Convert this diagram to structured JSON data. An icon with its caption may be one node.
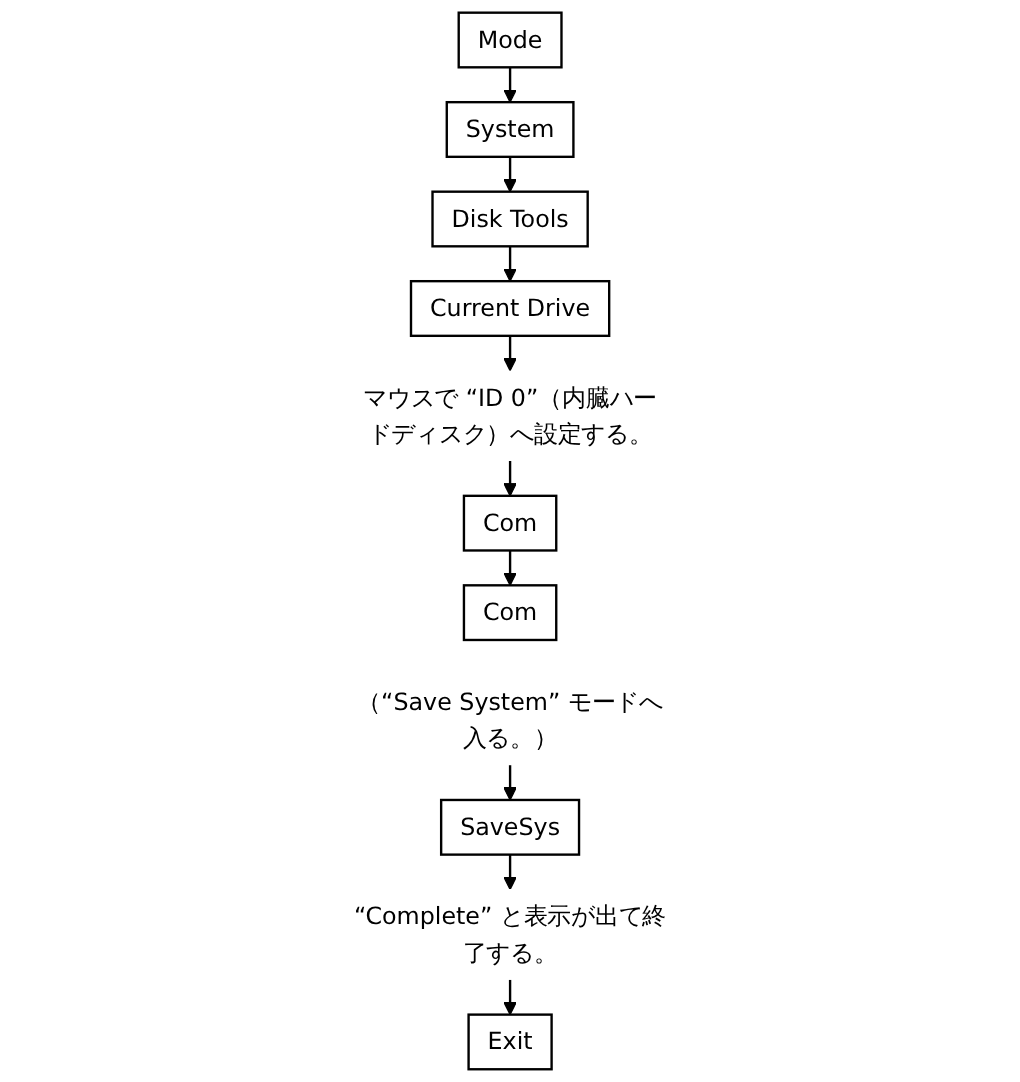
{
  "diagram": {
    "nodes": [
      {
        "text": [
          "Mode"
        ]
      },
      {
        "text": [
          "System"
        ]
      },
      {
        "text": [
          "Disk Tools"
        ]
      },
      {
        "text": [
          "Current Drive"
        ]
      },
      {
        "text": [
          "マウスで “ID 0”（内臓ハードディスク）へ設定する。"
        ]
      },
      {
        "text": [
          "Com"
        ]
      },
      {
        "text": [
          "Com"
        ]
      },
      {
        "text": [
          "（“Save System” モードへ入る。）"
        ]
      },
      {
        "text": [
          "SaveSys"
        ]
      },
      {
        "text": [
          "“Complete” と表示が出て終了する。"
        ]
      },
      {
        "text": [
          "Exit"
        ]
      }
    ],
    "edges": [
      {
        "from": 0,
        "to": 1,
        "arrow": "to"
      },
      {
        "from": 1,
        "to": 2,
        "arrow": "to"
      },
      {
        "from": 2,
        "to": 3,
        "arrow": "to"
      },
      {
        "from": 3,
        "to": 4,
        "arrow": "to"
      },
      {
        "from": 4,
        "to": 5,
        "arrow": "to"
      },
      {
        "from": 5,
        "to": 6,
        "arrow": "to"
      },
      {
        "from": 7,
        "to": 8,
        "arrow": "to"
      },
      {
        "from": 8,
        "to": 9,
        "arrow": "to"
      },
      {
        "from": 9,
        "to": 10,
        "arrow": "to"
      }
    ]
  }
}
